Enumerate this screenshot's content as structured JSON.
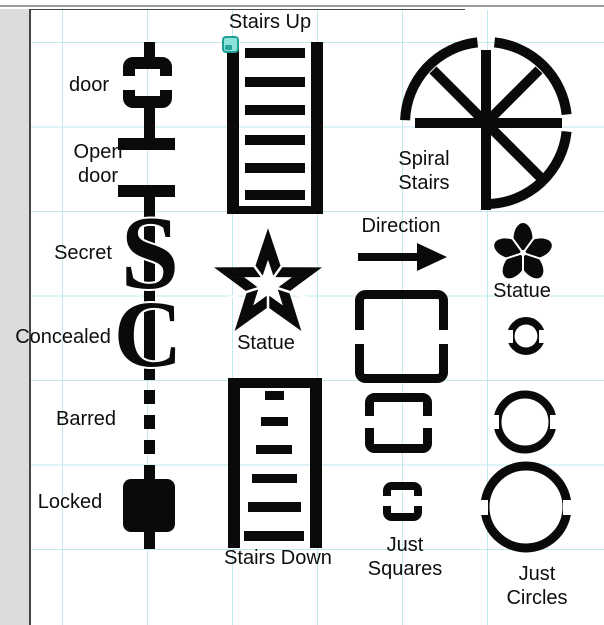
{
  "app": {
    "description": "vector map-symbol editor canvas showing a legend of dungeon map symbols",
    "grid_color": "#bfe9ec",
    "canvas_background": "#ffffff",
    "gutter_color": "#dcdcdc",
    "border_color": "#454545",
    "symbol_color": "#0a0a0a",
    "selection_handle": {
      "fill": "#8ce4db",
      "border": "#1f9e94",
      "inner": "#2aa39b"
    }
  },
  "labels": {
    "stairs_up": "Stairs Up",
    "door": "door",
    "open_door_line1": "Open",
    "open_door_line2": "door",
    "secret": "Secret",
    "concealed": "Concealed",
    "barred": "Barred",
    "locked": "Locked",
    "statue_left": "Statue",
    "statue_right": "Statue",
    "spiral_line1": "Spiral",
    "spiral_line2": "Stairs",
    "direction": "Direction",
    "stairs_down": "Stairs Down",
    "just_squares_line1": "Just",
    "just_squares_line2": "Squares",
    "just_circles_line1": "Just",
    "just_circles_line2": "Circles"
  },
  "glyphs": {
    "secret_door": "S",
    "concealed_door": "C"
  }
}
